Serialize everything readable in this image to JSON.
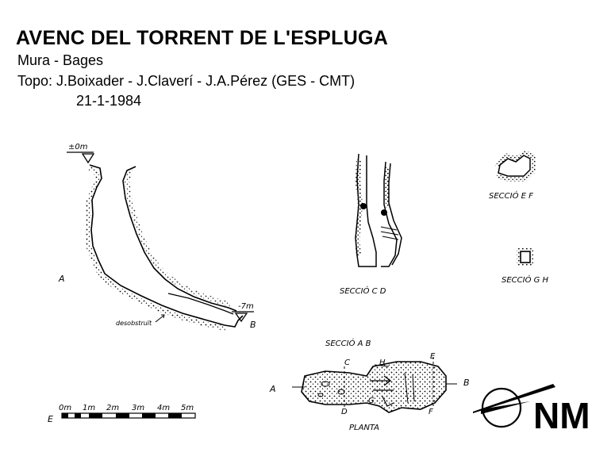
{
  "header": {
    "title": "AVENC DEL TORRENT DE L'ESPLUGA",
    "location": "Mura - Bages",
    "topo": "Topo: J.Boixader - J.Claverí - J.A.Pérez  (GES - CMT)",
    "date": "21-1-1984"
  },
  "profile": {
    "entrance_depth": "±0m",
    "bottom_depth": "-7m",
    "label_a": "A",
    "label_b": "B",
    "note": "desobstruït"
  },
  "sections": {
    "cd_label": "SECCIÓ  C  D",
    "ef_label": "SECCIÓ E  F",
    "gh_label": "SECCIÓ G  H",
    "ab_label": "SECCIÓ  A  B"
  },
  "plan": {
    "label_a": "A",
    "label_b": "B",
    "label_c": "C",
    "label_d": "D",
    "label_e": "E",
    "label_f": "F",
    "label_g": "G",
    "label_h": "H",
    "caption": "PLANTA"
  },
  "scale": {
    "label": "E",
    "ticks": [
      "0m",
      "1m",
      "2m",
      "3m",
      "4m",
      "5m"
    ]
  },
  "north": {
    "label": "NM"
  }
}
